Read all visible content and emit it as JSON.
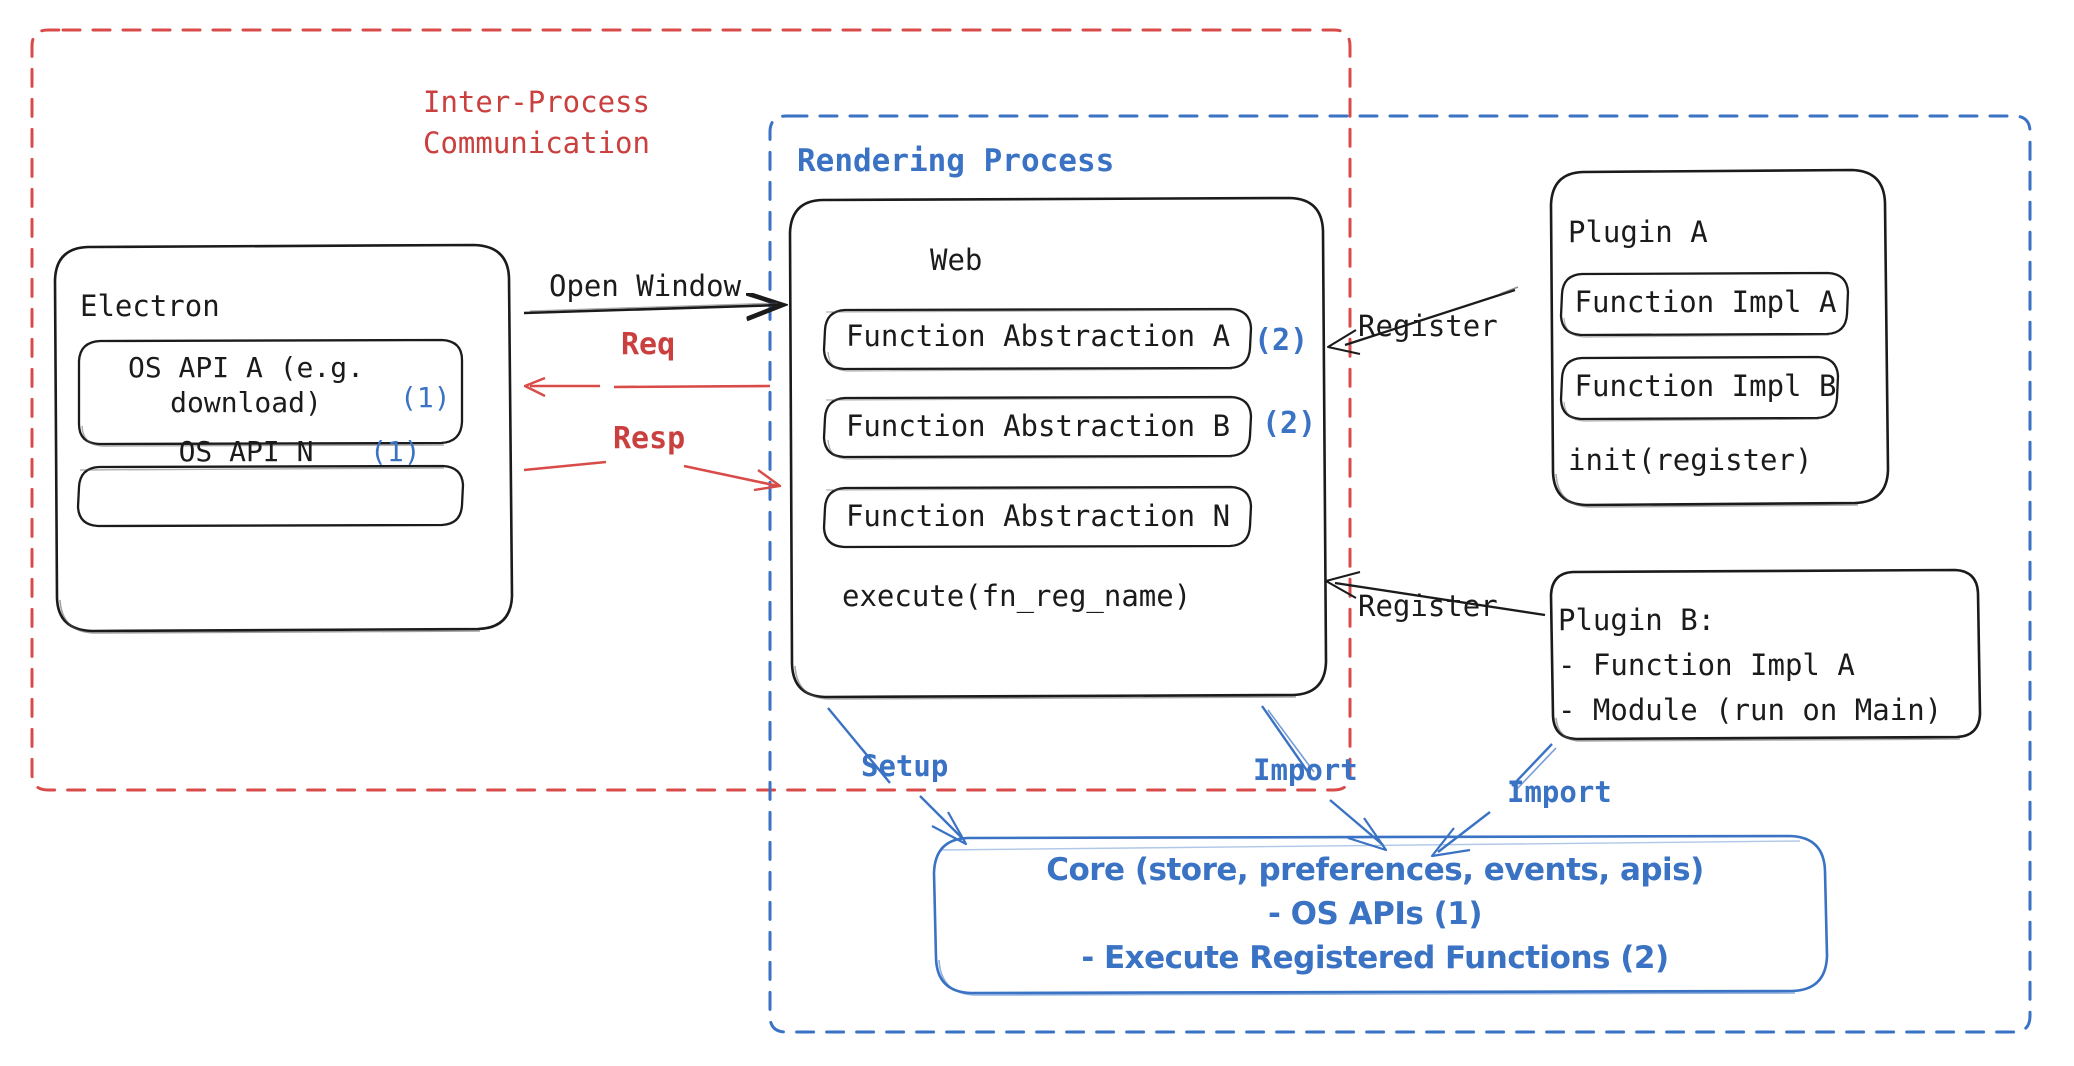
{
  "diagram": {
    "title": "Electron Plugin Architecture",
    "colors": {
      "red": "#c9403f",
      "blue": "#3a72c4",
      "ink": "#1b1b1b",
      "background": "#ffffff"
    }
  },
  "ipc_region": {
    "label": "Inter-Process\nCommunication",
    "line1": "Inter-Process",
    "line2": "Communication",
    "style": "red-dashed"
  },
  "rendering_region": {
    "label": "Rendering Process",
    "style": "blue-dashed"
  },
  "electron": {
    "title": "Electron",
    "apis": [
      {
        "name": "OS API A (e.g.\ndownload)",
        "line1": "OS API A (e.g.",
        "line2": "download)",
        "marker": "(1)"
      },
      {
        "name": "OS API N",
        "line1": "OS API N",
        "line2": "",
        "marker": "(1)"
      }
    ]
  },
  "web": {
    "title": "Web",
    "abstractions": [
      {
        "label": "Function Abstraction A",
        "marker": "(2)"
      },
      {
        "label": "Function Abstraction B",
        "marker": "(2)"
      },
      {
        "label": "Function Abstraction N",
        "marker": ""
      }
    ],
    "method": "execute(fn_reg_name)"
  },
  "plugin_a": {
    "title": "Plugin A",
    "impls": [
      {
        "label": "Function Impl A"
      },
      {
        "label": "Function Impl B"
      }
    ],
    "method": "init(register)"
  },
  "plugin_b": {
    "title": "Plugin B:",
    "items": [
      "- Function Impl A",
      "- Module (run on Main)"
    ],
    "line1": "Plugin B:",
    "line2": "- Function Impl A",
    "line3": "- Module (run on Main)"
  },
  "core": {
    "line1": "Core (store, preferences, events, apis)",
    "line2": "- OS APIs (1)",
    "line3": "- Execute Registered Functions (2)"
  },
  "arrows": {
    "open_window": "Open Window",
    "req": "Req",
    "resp": "Resp",
    "register_a": "Register",
    "register_b": "Register",
    "setup": "Setup",
    "import_web": "Import",
    "import_plugin": "Import"
  }
}
